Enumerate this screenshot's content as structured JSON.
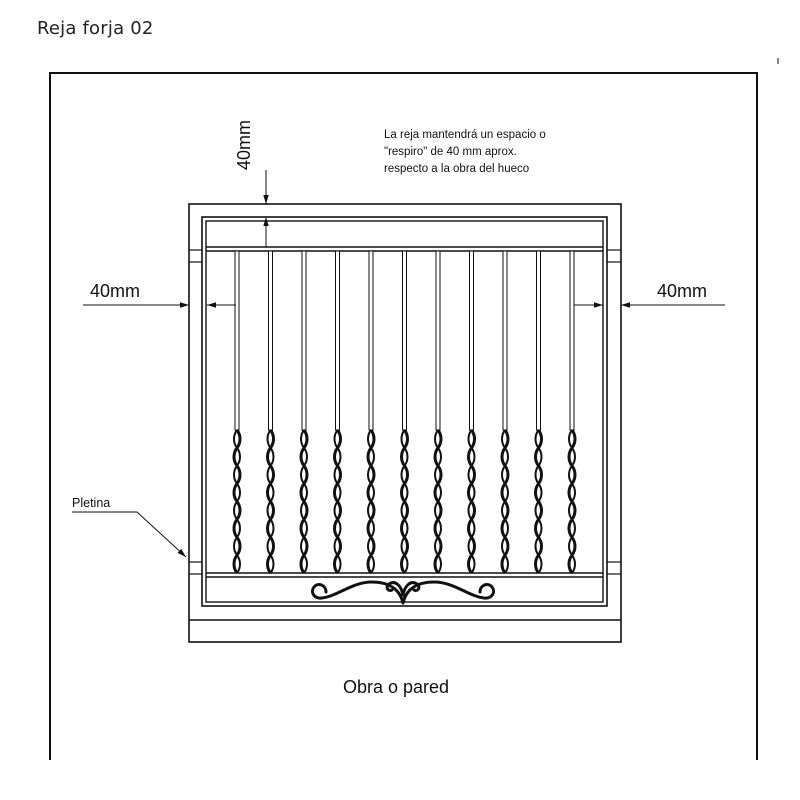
{
  "header": {
    "title": "Reja forja 02"
  },
  "annotations": {
    "note_lines": [
      "La reja mantendrá un espacio o",
      "\"respiro\" de 40 mm aprox.",
      "respecto a la obra del hueco"
    ],
    "dim_top": "40mm",
    "dim_left": "40mm",
    "dim_right": "40mm",
    "pletina": "Pletina",
    "wall": "Obra o pared"
  },
  "drawing": {
    "bar_count": 11,
    "line_color": "#111111"
  }
}
